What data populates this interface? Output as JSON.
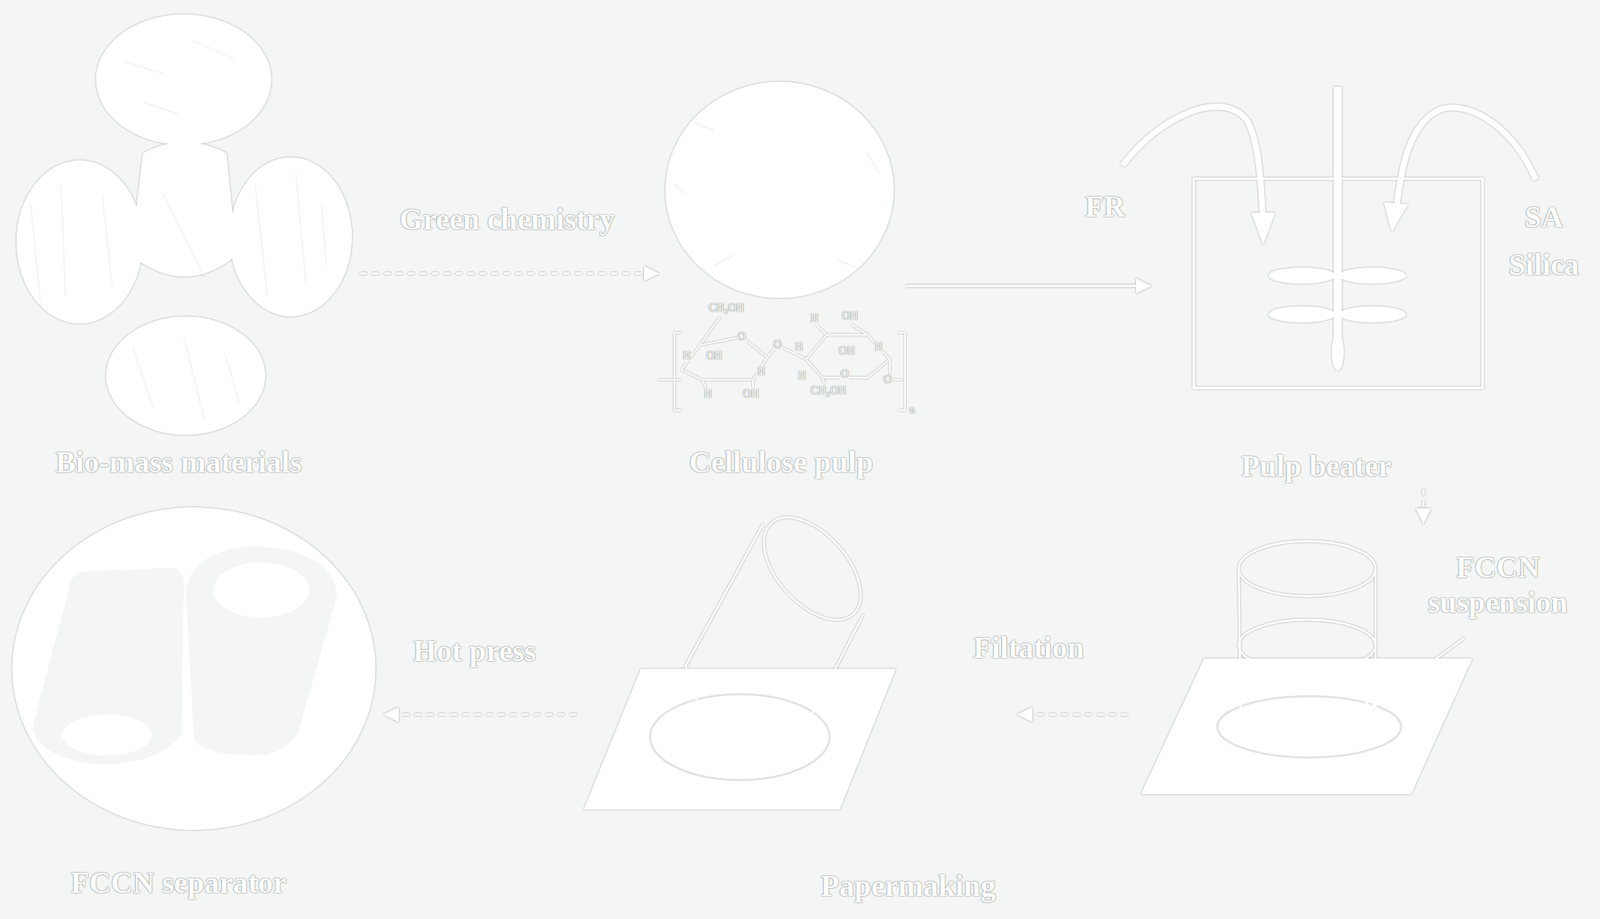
{
  "diagram": {
    "nodes": [
      {
        "text": [
          "Bio-mass materials"
        ]
      },
      {
        "text": [
          "Cellulose pulp"
        ]
      },
      {
        "text": [
          "Pulp beater"
        ]
      },
      {
        "text": [
          "FCCN suspension"
        ]
      },
      {
        "text": [
          "Papermaking"
        ]
      },
      {
        "text": [
          "FCCN separator"
        ]
      }
    ],
    "edges": [
      {
        "from": 0,
        "to": 1,
        "label": "Green chemistry",
        "arrow": "to"
      },
      {
        "from": 1,
        "to": 2,
        "label": "FR",
        "arrow": "to"
      },
      {
        "from": 2,
        "to": 3,
        "arrow": "to"
      },
      {
        "from": 3,
        "to": 4,
        "label": "Filtation",
        "arrow": "to"
      },
      {
        "from": 4,
        "to": 5,
        "label": "Hot press",
        "arrow": "to"
      }
    ],
    "labels": [
      "SA",
      "Silica",
      "CH₂OH",
      "H",
      "OH",
      "O",
      "H",
      "H",
      "OH",
      "O",
      "H",
      "OH",
      "H",
      "OH",
      "H",
      "H",
      "O",
      "CH₂OH",
      "O",
      "n"
    ]
  }
}
